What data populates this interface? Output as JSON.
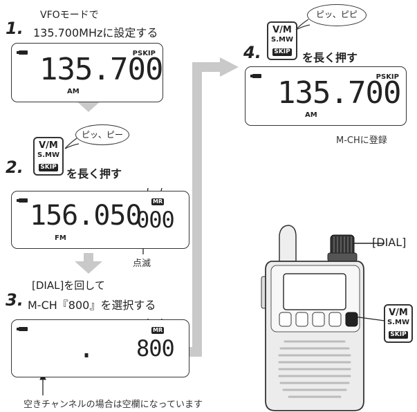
{
  "step1": {
    "pre": "VFOモードで",
    "num": "1.",
    "text": "135.700MHzに設定する",
    "lcd": {
      "freq": "135.700",
      "mode": "AM",
      "pskip": "PSKIP"
    }
  },
  "step2": {
    "num": "2.",
    "key": {
      "l1": "V/M",
      "l2": "S.MW",
      "l3": "SKIP"
    },
    "bubble": "ピッ、ピー",
    "text": "を長く押す",
    "lcd": {
      "freq": "156.050",
      "mode": "FM",
      "ch": "000",
      "mr": "MR"
    },
    "blink_note": "点滅"
  },
  "step3": {
    "pre": "[DIAL]を回して",
    "num": "3.",
    "text": "M-CH『800』を選択する",
    "lcd": {
      "freq": ".",
      "ch": "800",
      "mr": "MR"
    },
    "empty_note": "空きチャンネルの場合は空欄になっています"
  },
  "step4": {
    "num": "4.",
    "key": {
      "l1": "V/M",
      "l2": "S.MW",
      "l3": "SKIP"
    },
    "bubble": "ピッ、ピピ",
    "text": "を長く押す",
    "lcd": {
      "freq": "135.700",
      "mode": "AM",
      "pskip": "PSKIP"
    },
    "note": "M-CHに登録"
  },
  "radio": {
    "dial_label": "[DIAL]",
    "key": {
      "l1": "V/M",
      "l2": "S.MW",
      "l3": "SKIP"
    }
  }
}
